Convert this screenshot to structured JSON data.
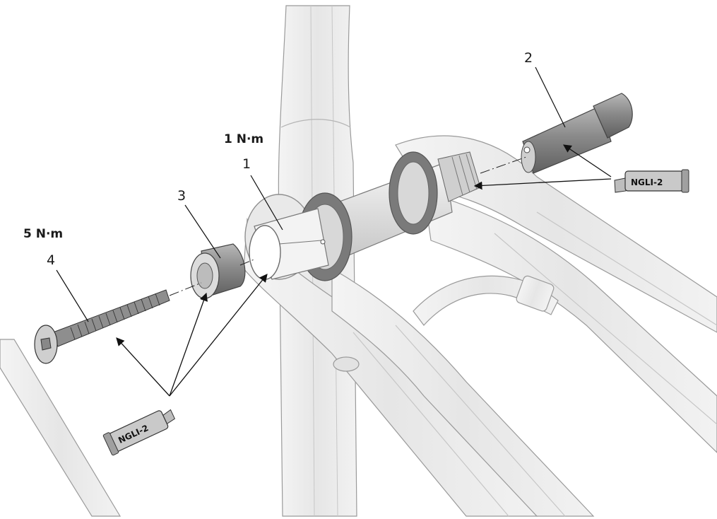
{
  "callouts": {
    "part1": "1",
    "part2": "2",
    "part3": "3",
    "part4": "4"
  },
  "torque": {
    "part1": "1 N·m",
    "part4": "5 N·m"
  },
  "grease": {
    "right_tube": "NGLI-2",
    "left_tube": "NGLI-2"
  },
  "colors": {
    "frame_fill": "#ececec",
    "frame_stroke": "#9a9a9a",
    "part_dark": "#8c8c8c",
    "bearing": "#6f6f6f"
  }
}
